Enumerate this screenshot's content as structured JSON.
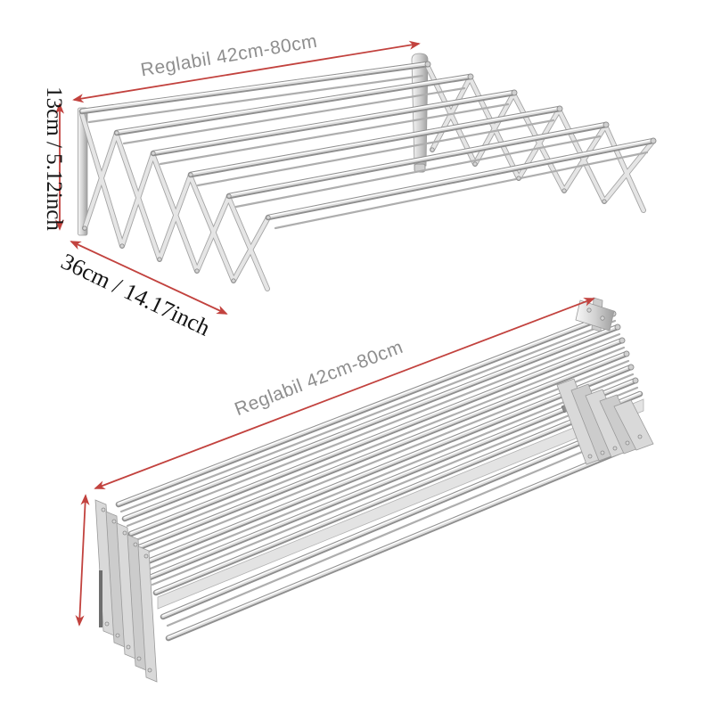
{
  "image": {
    "background": "#ffffff",
    "colors": {
      "arrow": "#c2423e",
      "adjustable_label": "#8e8e8e",
      "dimension_label": "#151515"
    }
  },
  "top_view": {
    "width_label": "Reglabil 42cm-80cm",
    "height_label": "13cm / 5.12inch",
    "depth_label": "36cm / 14.17inch"
  },
  "bottom_view": {
    "width_label": "Reglabil 42cm-80cm"
  }
}
